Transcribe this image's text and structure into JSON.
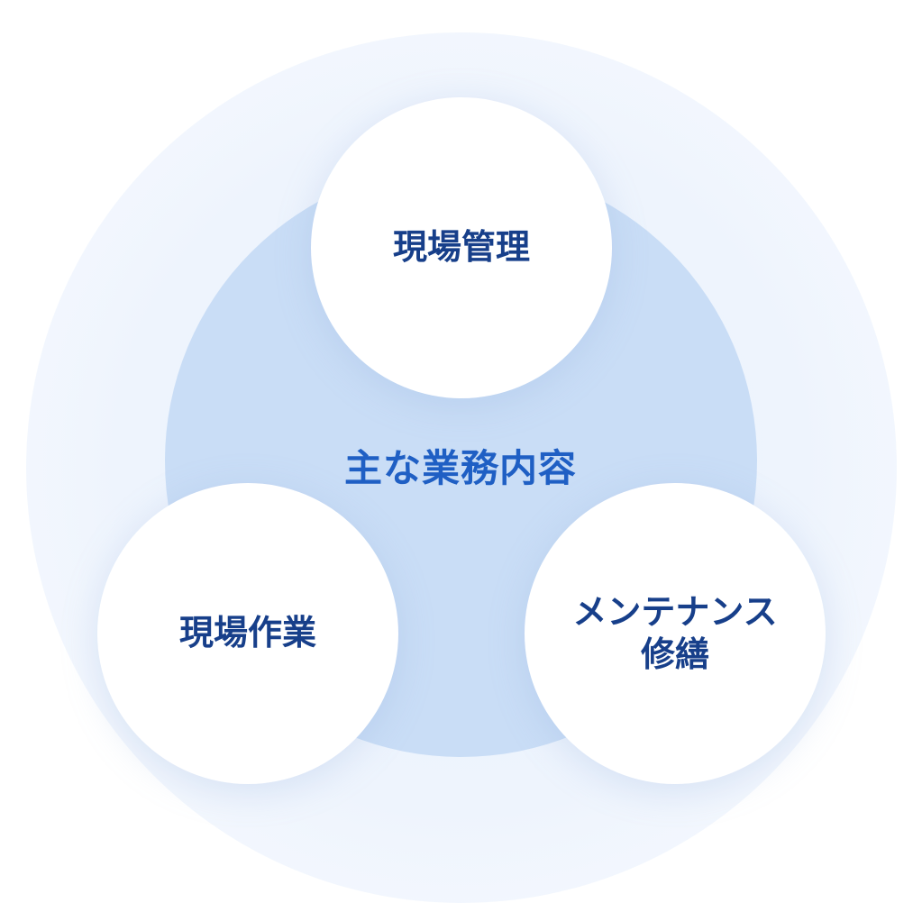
{
  "diagram": {
    "center_label": "主な業務内容",
    "nodes": {
      "top": {
        "label": "現場管理"
      },
      "left": {
        "label": "現場作業"
      },
      "right": {
        "line1": "メンテナンス",
        "line2": "修繕"
      }
    }
  },
  "colors": {
    "center_text": "#1f5fc4",
    "node_text": "#173f8a",
    "inner_circle": "#c9ddf6",
    "outer_ring": "#eef4fd"
  }
}
